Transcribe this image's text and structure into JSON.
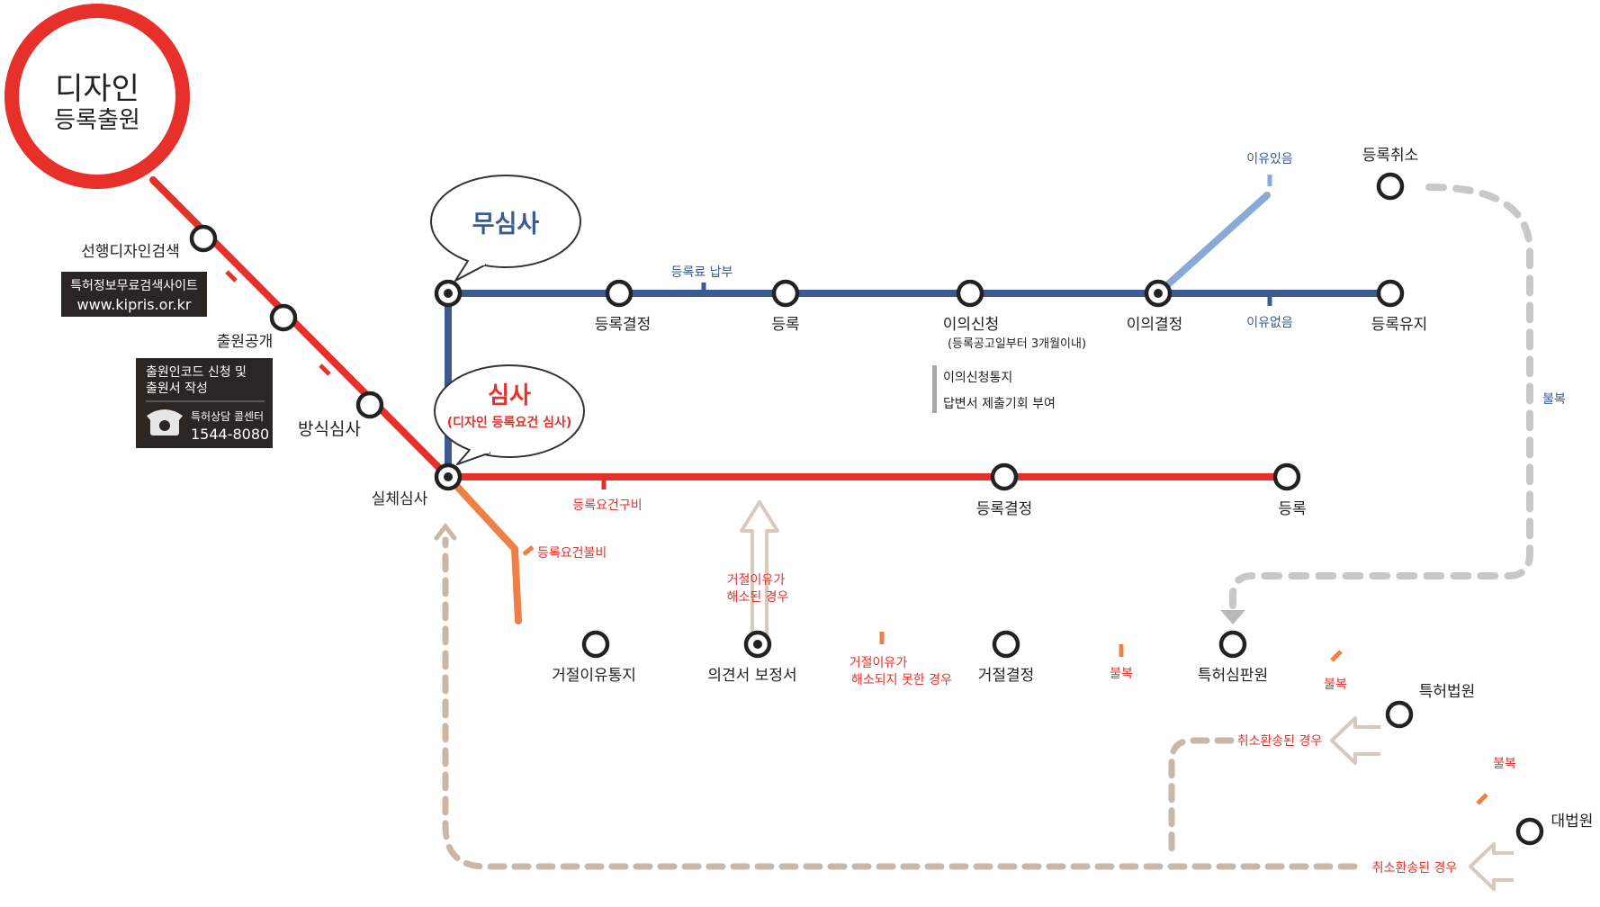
{
  "start": {
    "line1": "디자인",
    "line2": "등록출원"
  },
  "prior_search": {
    "label": "선행디자인검색",
    "box_line1": "특허정보무료검색사이트",
    "box_line2": "www.kipris.or.kr"
  },
  "publication": {
    "label": "출원공개",
    "box_line1": "출원인코드 신청 및",
    "box_line2": "출원서 작성",
    "phone_label": "특허상담 콜센터",
    "phone_number": "1544-8080"
  },
  "formality": "방식심사",
  "substantive": "실체심사",
  "bubble_no_exam": "무심사",
  "bubble_exam": {
    "title": "심사",
    "sub": "(디자인 등록요건 심사)"
  },
  "blue_line": {
    "fee_label": "등록료 납부",
    "reg_decision": "등록결정",
    "registration": "등록",
    "opposition": "이의신청",
    "opposition_sub": "(등록공고일부터 3개월이내)",
    "opp_note1": "이의신청통지",
    "opp_note2": "답변서 제출기회 부여",
    "opp_decision": "이의결정",
    "reason_yes": "이유있음",
    "reason_no": "이유없음",
    "cancel": "등록취소",
    "maintain": "등록유지"
  },
  "red_line": {
    "req_ok": "등록요건구비",
    "reg_decision": "등록결정",
    "registration": "등록"
  },
  "orange_line": {
    "req_fail": "등록요건불비",
    "rejection_notice": "거절이유통지",
    "opinion": "의견서 보정서",
    "resolved_1": "거절이유가",
    "resolved_2": "해소된 경우",
    "not_resolved_1": "거절이유가",
    "not_resolved_2": "해소되지 못한 경우",
    "reject_decision": "거절결정",
    "appeal_1": "불복",
    "tribunal": "특허심판원",
    "appeal_2": "불복",
    "patent_court": "특허법원",
    "appeal_3": "불복",
    "supreme_court": "대법원",
    "remand_1": "취소환송된 경우",
    "remand_2": "취소환송된 경우"
  },
  "gray_loop": {
    "label": "불복"
  },
  "colors": {
    "red": "#e8302a",
    "blue": "#3b5a91",
    "light_blue": "#8aaad6",
    "orange": "#f07f45",
    "beige": "#c9b8a8",
    "gray": "#c8c8c8",
    "dark_box": "#2b2523"
  }
}
